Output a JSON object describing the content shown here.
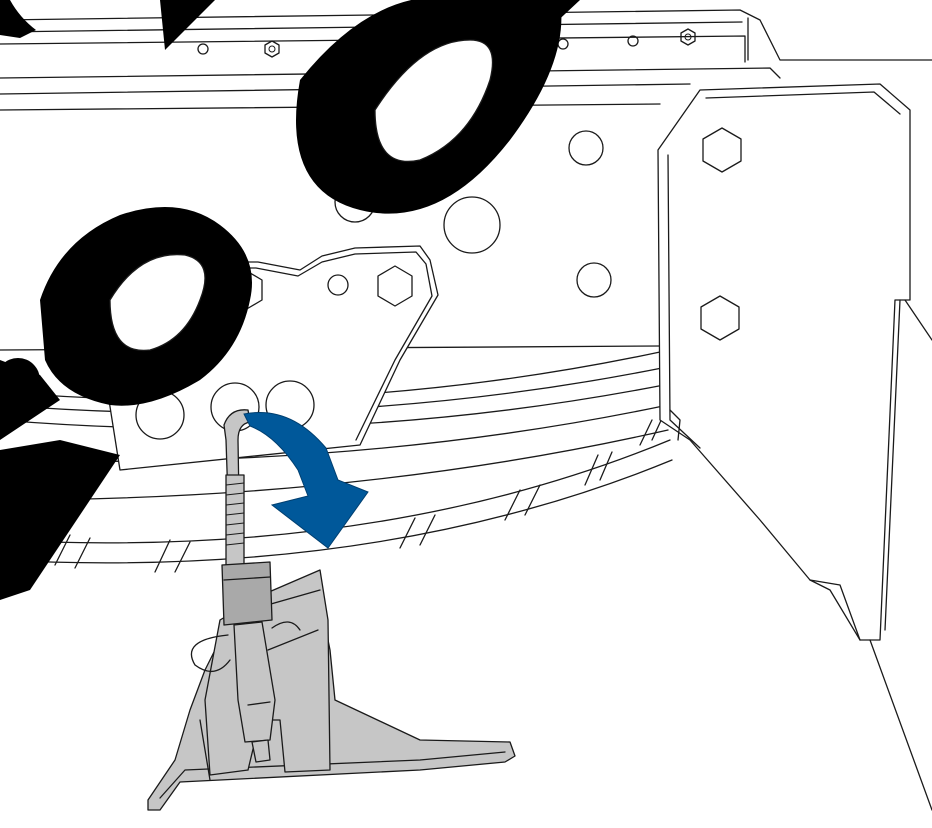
{
  "illustration": {
    "colors": {
      "line": "#1a1a1a",
      "background": "#ffffff",
      "part_gray": "#c6c6c6",
      "part_dark_gray": "#a9a9a9",
      "arrow_blue": "#00589a",
      "watermark": "#000000"
    },
    "parts": [
      "frame-rail",
      "side-bracket-plate",
      "mounting-bracket",
      "tire",
      "mudguard-panel",
      "jack-stand",
      "pin-handle",
      "rotation-arrow-icon",
      "watermark-no-icon"
    ]
  }
}
